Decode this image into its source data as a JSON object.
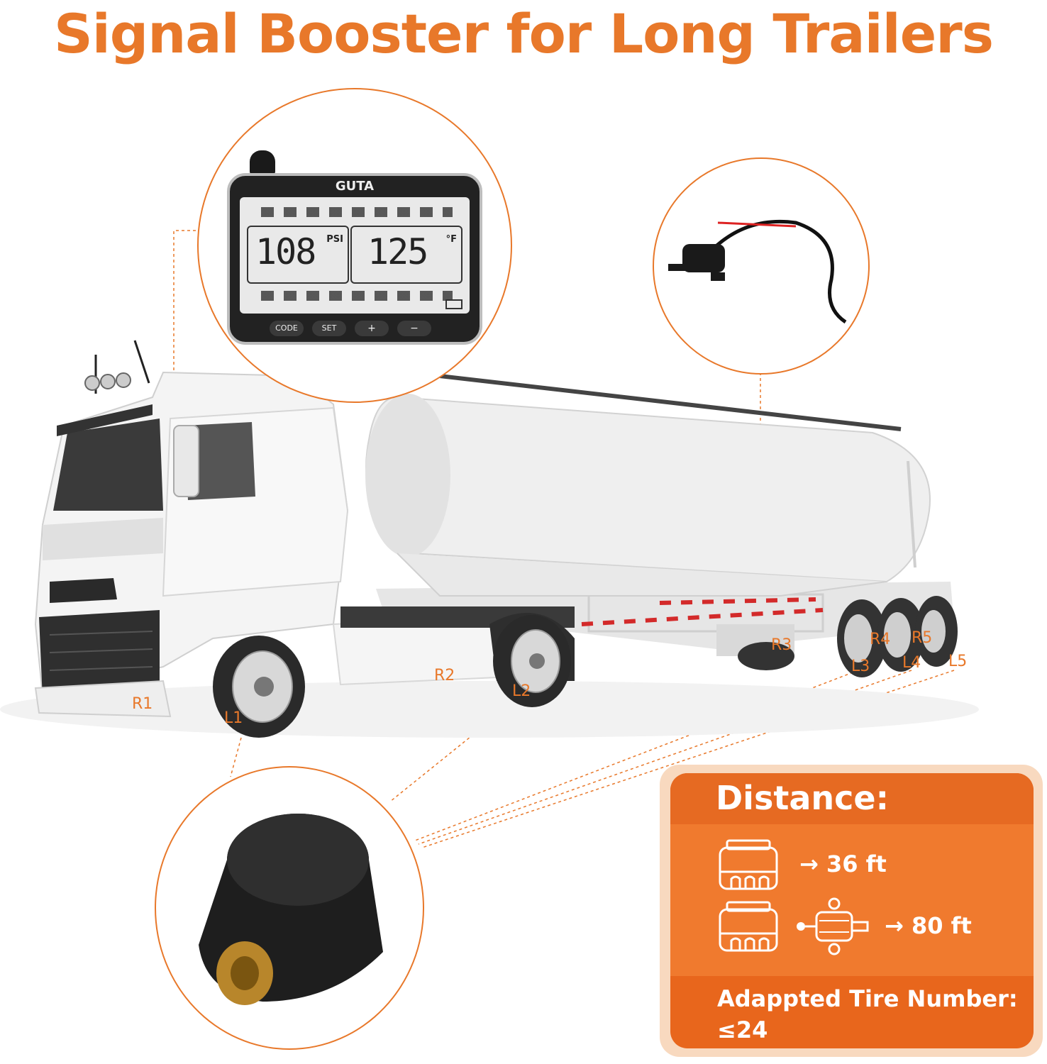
{
  "header": {
    "title": "Signal Booster for Long Trailers"
  },
  "monitor": {
    "brand": "GUTA",
    "pressure_value": "108",
    "pressure_unit": "PSI",
    "temperature_value": "125",
    "temperature_unit": "°F",
    "buttons": [
      "CODE",
      "SET",
      "+",
      "−"
    ]
  },
  "tire_labels": [
    "R1",
    "L1",
    "R2",
    "L2",
    "R3",
    "L3",
    "R4",
    "L4",
    "R5",
    "L5"
  ],
  "distance_panel": {
    "title": "Distance:",
    "without_booster": "→ 36 ft",
    "with_booster": "→ 80 ft",
    "adapted_label": "Adappted Tire Number:",
    "adapted_value": "≤24"
  },
  "colors": {
    "accent": "#e8782a",
    "panel": "#e8661c"
  }
}
